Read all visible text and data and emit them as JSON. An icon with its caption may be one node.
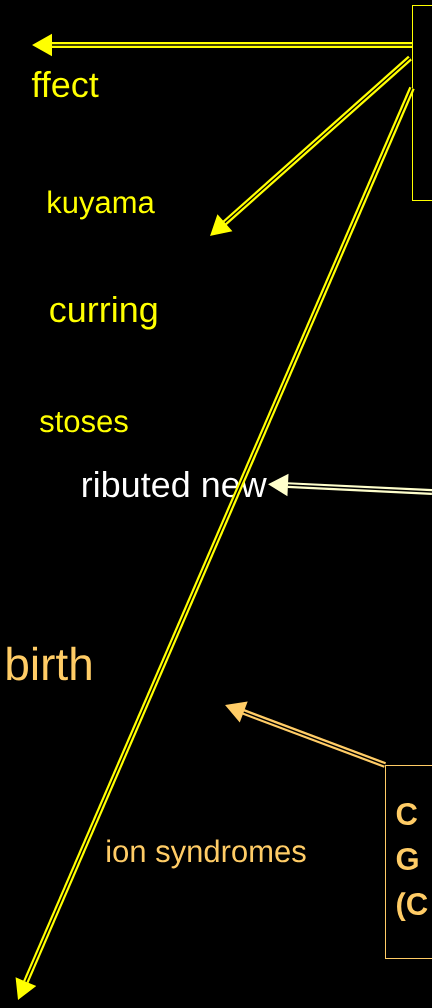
{
  "diagram": {
    "nodes": [
      {
        "text": [],
        "shape": "box"
      },
      {
        "text": [
          "ributed new"
        ]
      },
      {
        "text": [
          "C G (C"
        ]
      }
    ],
    "edges": [
      {
        "from": 0,
        "to": null,
        "arrow": "to"
      },
      {
        "from": 0,
        "to": null,
        "arrow": "to"
      },
      {
        "from": 0,
        "to": null,
        "arrow": "to"
      },
      {
        "from": null,
        "to": 1,
        "arrow": "to",
        "color": "#ffffcc"
      },
      {
        "from": 2,
        "to": null,
        "arrow": "to",
        "color": "#ffcc66"
      }
    ],
    "labels": [
      "ffect",
      "kuyama",
      "curring",
      "stoses",
      "birth",
      "ion syndromes"
    ]
  }
}
